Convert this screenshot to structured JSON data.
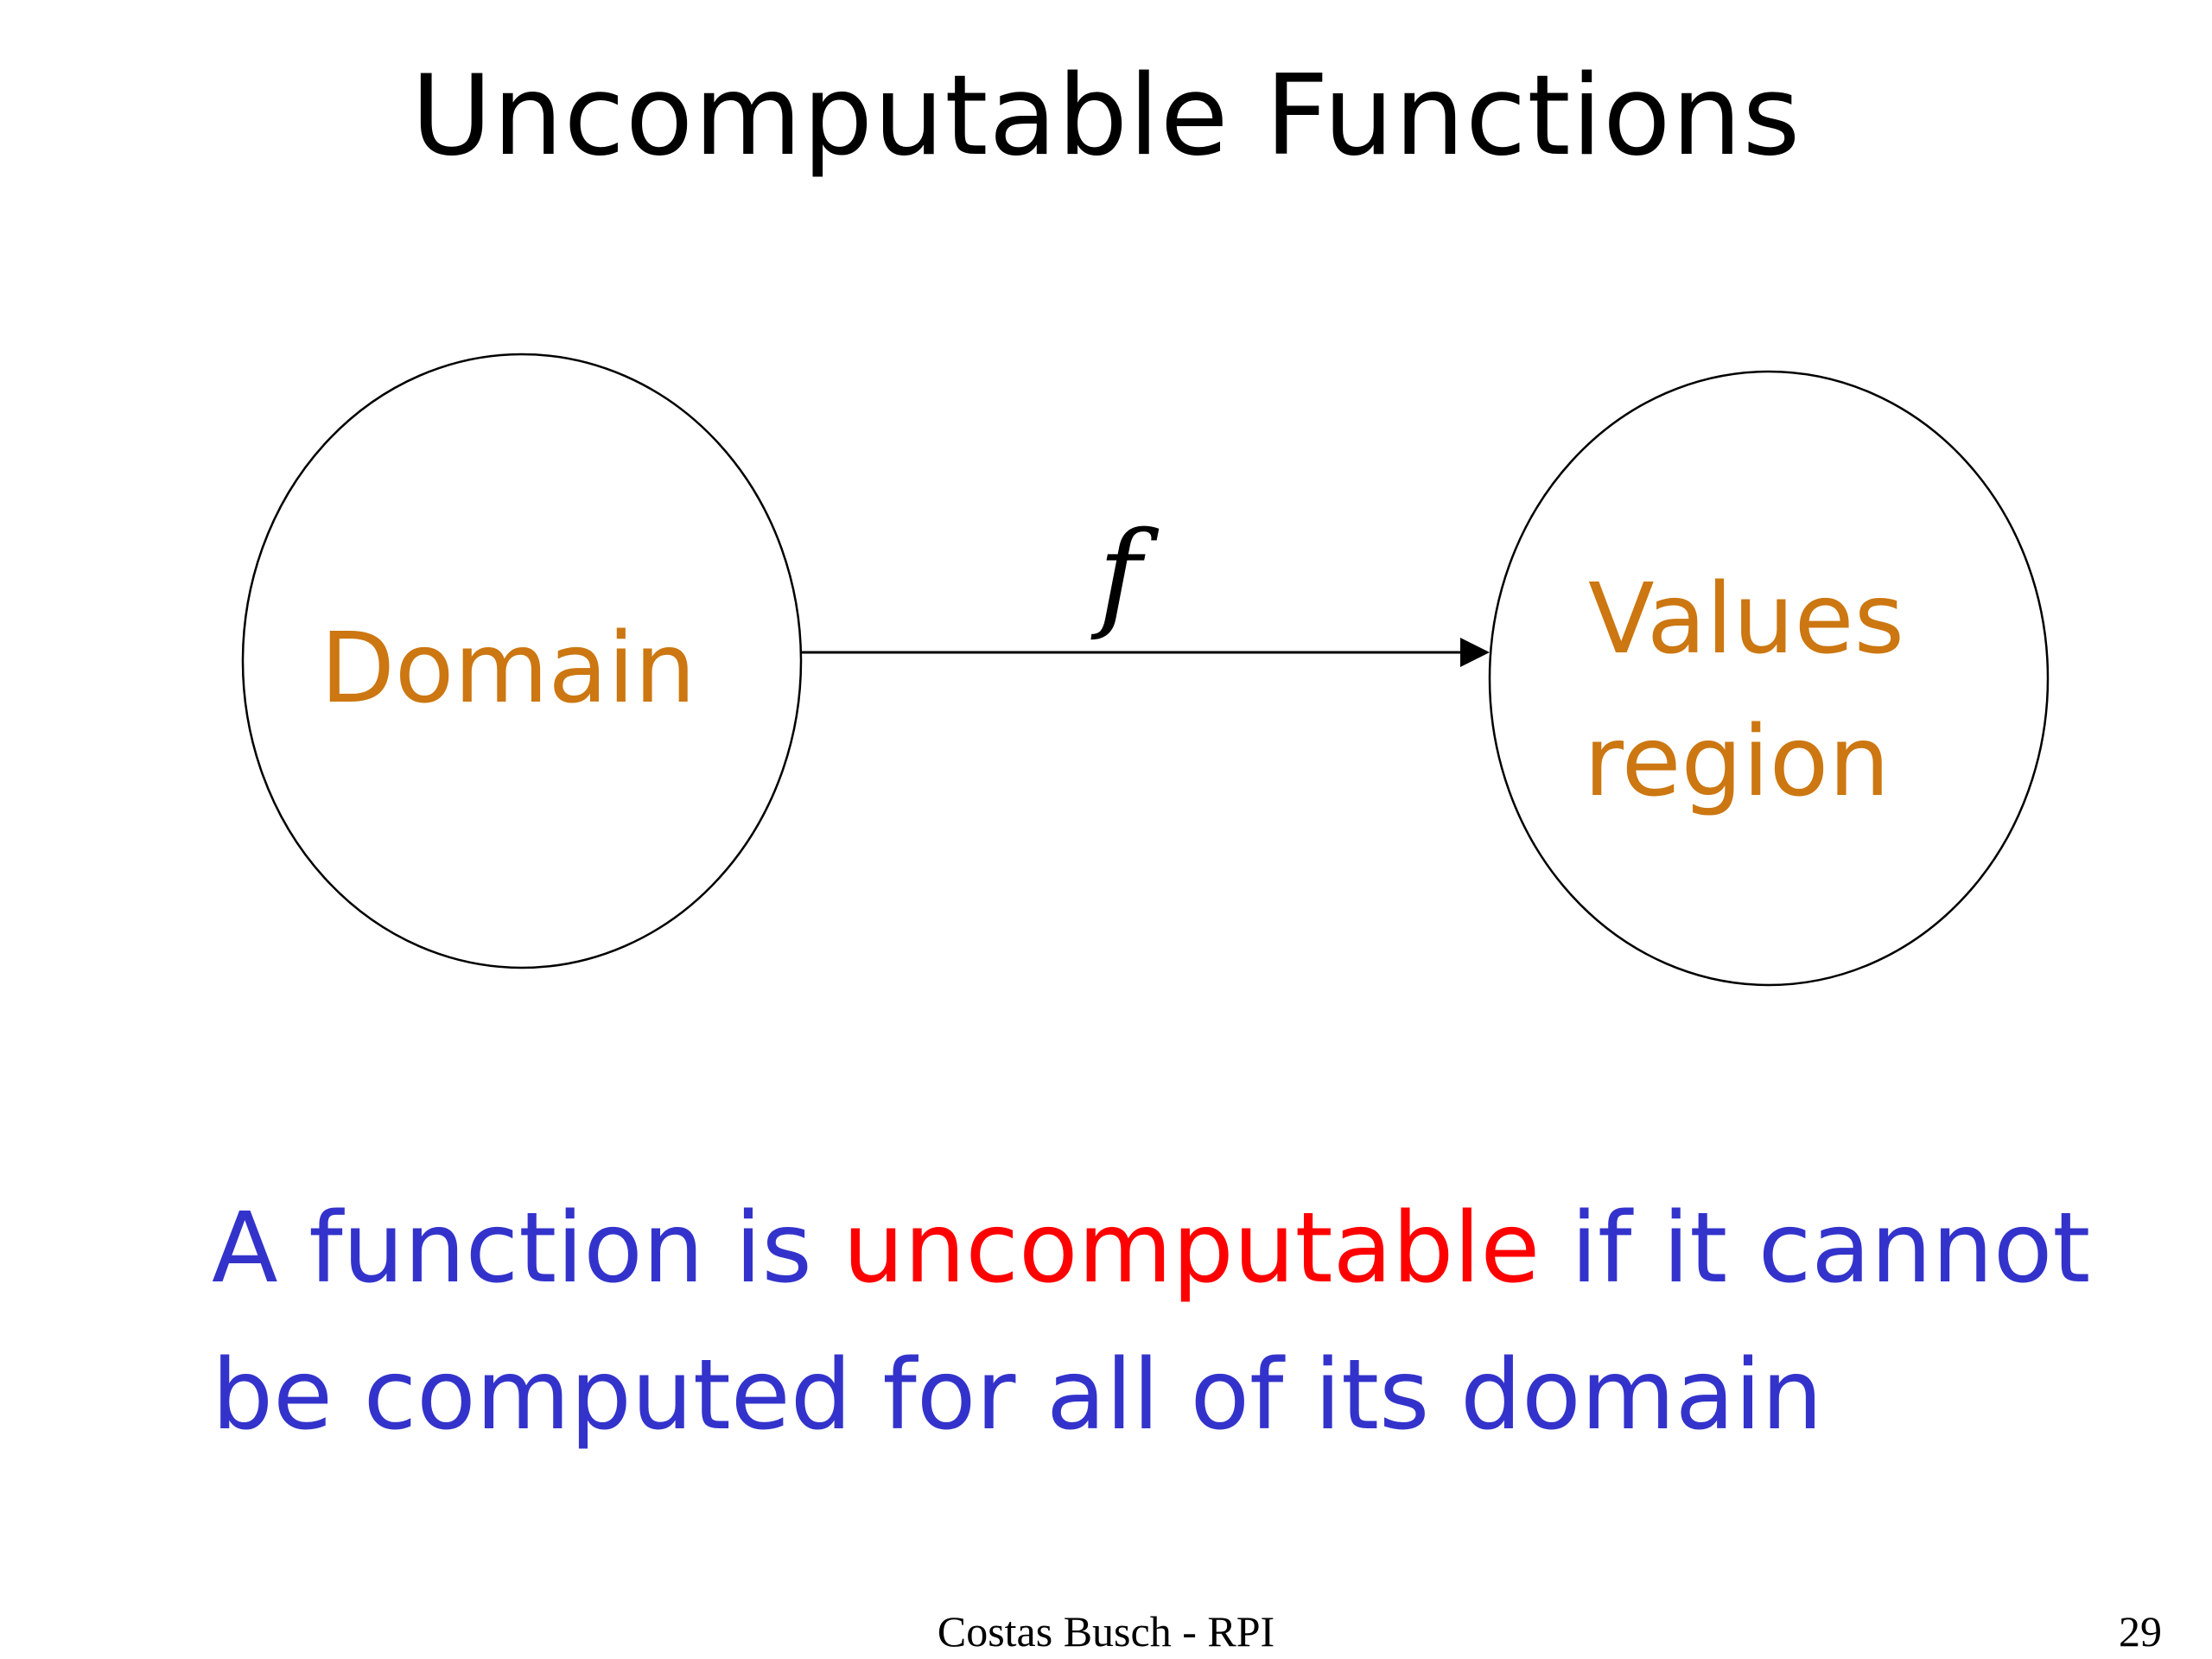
{
  "slide": {
    "title": "Uncomputable Functions",
    "diagram": {
      "domain_label": "Domain",
      "values_label_line1": "Values",
      "values_label_line2": "region",
      "function_label": "f",
      "label_color": "#cc7711",
      "stroke_color": "#000000"
    },
    "statement": {
      "part1": "A function is ",
      "highlight": "uncomputable",
      "part2": " if it cannot be computed for all of its domain",
      "text_color": "#3333cc",
      "highlight_color": "#ff0000"
    },
    "footer": {
      "author": "Costas Busch - RPI",
      "page_number": "29"
    }
  }
}
